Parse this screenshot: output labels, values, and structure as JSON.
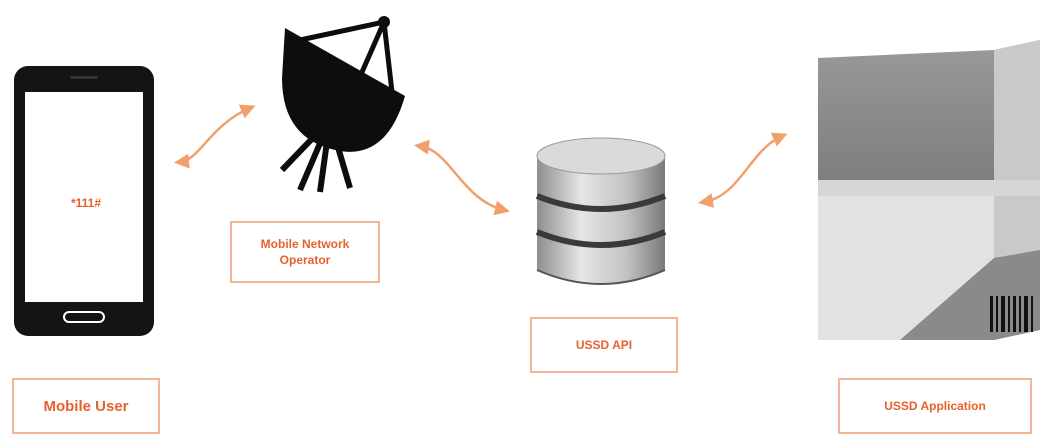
{
  "nodes": {
    "mobile_user": {
      "label": "Mobile User",
      "screen_text": "*111#"
    },
    "operator": {
      "label_line1": "Mobile Network",
      "label_line2": "Operator"
    },
    "api": {
      "label": "USSD API"
    },
    "application": {
      "label": "USSD Application"
    }
  },
  "colors": {
    "accent": "#e8602e",
    "box_border": "#f3b694",
    "device_dark": "#121212"
  }
}
